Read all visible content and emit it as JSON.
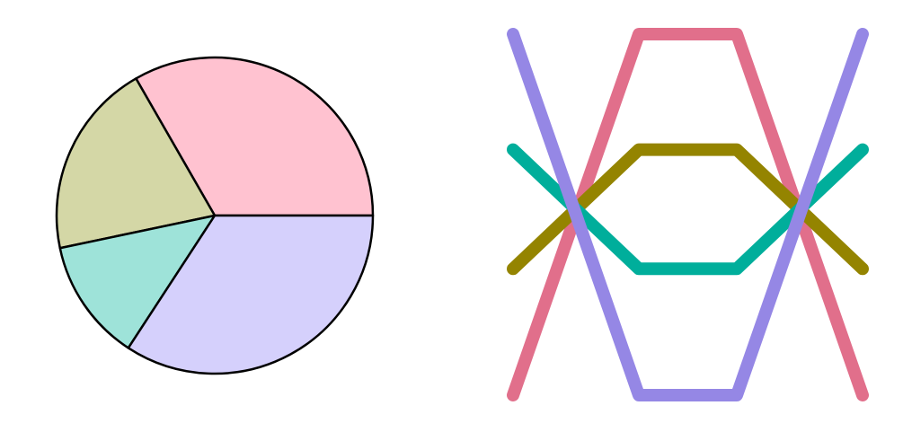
{
  "chart_data": [
    {
      "type": "pie",
      "title": "",
      "slices": [
        {
          "value": 33.3,
          "color": "#ffc2d0"
        },
        {
          "value": 20.0,
          "color": "#d4d7a6"
        },
        {
          "value": 12.5,
          "color": "#9ee3d9"
        },
        {
          "value": 34.2,
          "color": "#d5d0fc"
        }
      ],
      "start_angle_deg": 0,
      "direction": "counterclockwise",
      "edge_color": "#000000"
    },
    {
      "type": "line",
      "title": "",
      "xlabel": "",
      "ylabel": "",
      "grid": false,
      "axes_visible": false,
      "xlim": [
        0,
        10
      ],
      "ylim": [
        0,
        10
      ],
      "x": [
        0,
        3.6,
        6.4,
        10
      ],
      "series": [
        {
          "color": "#e16f8b",
          "values": [
            0,
            10,
            10,
            0
          ]
        },
        {
          "color": "#948400",
          "values": [
            3.5,
            6.8,
            6.8,
            3.5
          ]
        },
        {
          "color": "#00ae9b",
          "values": [
            6.8,
            3.5,
            3.5,
            6.8
          ]
        },
        {
          "color": "#9587e5",
          "values": [
            10,
            0,
            0,
            10
          ]
        }
      ]
    }
  ]
}
